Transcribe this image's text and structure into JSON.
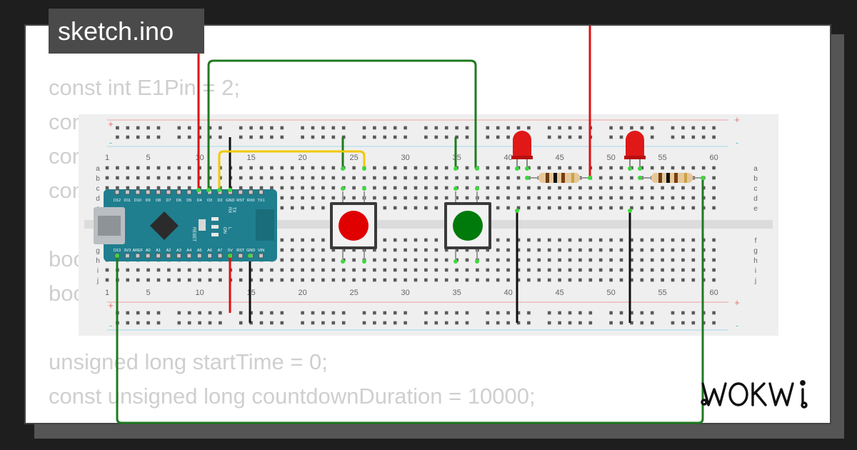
{
  "tab": {
    "label": "sketch.ino"
  },
  "code_lines": [
    "const int E1Pin = 2;",
    "con",
    "con",
    "con",
    "boo",
    "boo",
    "unsigned long startTime = 0;",
    "const unsigned long countdownDuration = 10000;"
  ],
  "breadboard": {
    "column_labels": [
      "1",
      "5",
      "10",
      "15",
      "20",
      "25",
      "30",
      "35",
      "40",
      "45",
      "50",
      "55",
      "60"
    ],
    "row_labels_top": [
      "a",
      "b",
      "c",
      "d",
      "e"
    ],
    "row_labels_bottom": [
      "f",
      "g",
      "h",
      "i",
      "j"
    ],
    "rail_plus": "+",
    "rail_minus": "-"
  },
  "arduino": {
    "top_pins": [
      "D12",
      "D11",
      "D10",
      "D9",
      "D8",
      "D7",
      "D6",
      "D5",
      "D4",
      "D3",
      "D2",
      "GND",
      "RST",
      "RX0",
      "TX1"
    ],
    "bottom_pins": [
      "D13",
      "3V3",
      "AREF",
      "A0",
      "A1",
      "A2",
      "A3",
      "A4",
      "A5",
      "A6",
      "A7",
      "5V",
      "RST",
      "GND",
      "VIN"
    ],
    "labels": [
      "RESET",
      "ON",
      "L",
      "TX",
      "RX"
    ]
  },
  "buttons": [
    {
      "name": "red-pushbutton",
      "color": "#e00000"
    },
    {
      "name": "green-pushbutton",
      "color": "#007a0a"
    }
  ],
  "colors": {
    "wire_red": "#dd1111",
    "wire_green": "#1f7a1f",
    "wire_yellow": "#f0c800",
    "wire_black": "#111111",
    "led": "#e01818",
    "arduino": "#1f7f8f",
    "breadboard": "#efefef"
  },
  "logo": {
    "text": "WOKWI"
  }
}
